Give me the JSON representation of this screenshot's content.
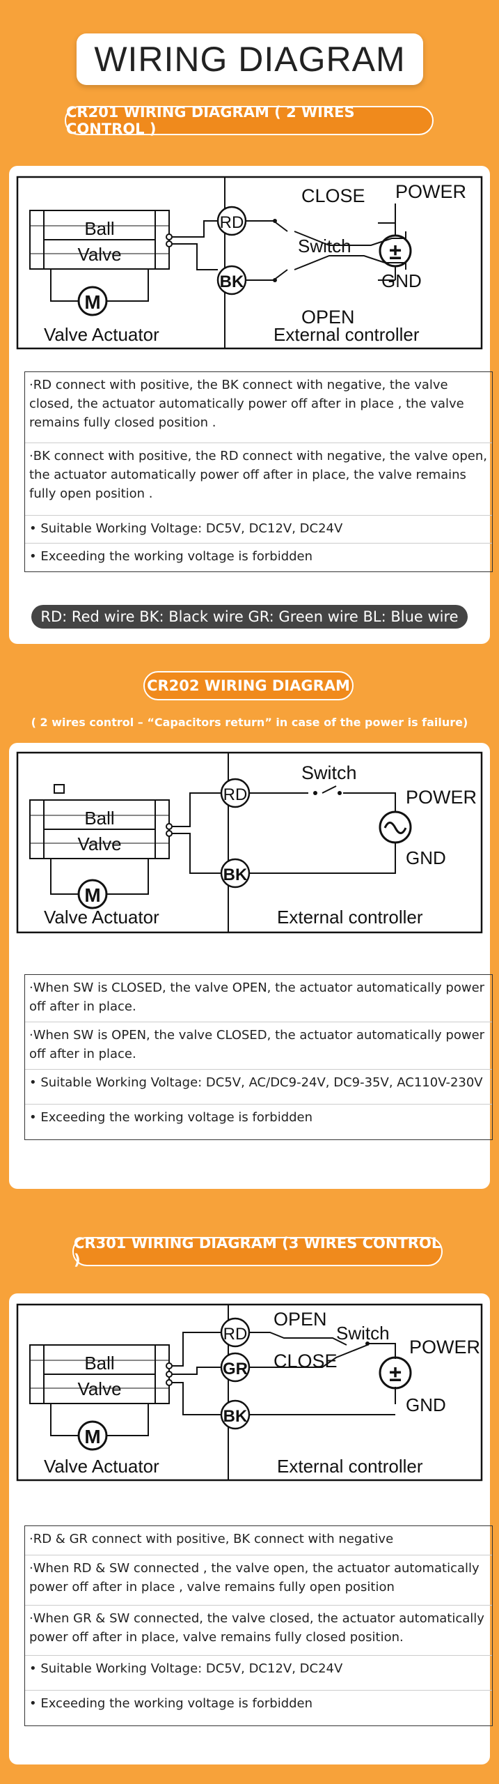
{
  "title": "WIRING DIAGRAM",
  "sections": [
    {
      "heading": "CR201 WIRING DIAGRAM ( 2 WIRES CONTROL )",
      "diagram": {
        "ball": "Ball",
        "valve": "Valve",
        "motor": "M",
        "rd": "RD",
        "bk": "BK",
        "switch": "Switch",
        "close": "CLOSE",
        "open": "OPEN",
        "power": "POWER",
        "gnd": "GND",
        "plusminus": "±",
        "valve_actuator": "Valve   Actuator",
        "external": "External controller"
      },
      "notes": [
        "·RD connect with positive, the BK connect with negative, the valve closed, the actuator automatically power off after in place , the valve remains fully closed position .",
        "·BK connect with positive, the RD connect with negative, the valve open, the actuator automatically power off after in place, the valve remains fully open position .",
        "• Suitable Working Voltage: DC5V, DC12V, DC24V",
        "• Exceeding the working voltage is forbidden"
      ],
      "legend": "RD: Red wire   BK: Black wire GR: Green wire BL: Blue wire"
    },
    {
      "heading": "CR202 WIRING DIAGRAM",
      "subnote": "( 2 wires control –  “Capacitors return”  in case of the power is failure)",
      "diagram": {
        "ball": "Ball",
        "valve": "Valve",
        "motor": "M",
        "rd": "RD",
        "bk": "BK",
        "switch": "Switch",
        "power": "POWER",
        "gnd": "GND",
        "valve_actuator": "Valve   Actuator",
        "external": "External controller"
      },
      "notes": [
        "·When SW is CLOSED, the valve OPEN, the actuator automatically power off after in place.",
        "·When SW is OPEN, the valve CLOSED, the actuator automatically power off after in place.",
        "• Suitable Working Voltage: DC5V, AC/DC9-24V, DC9-35V, AC110V-230V",
        "• Exceeding the working voltage is forbidden"
      ]
    },
    {
      "heading": "CR301 WIRING DIAGRAM (3 WIRES CONTROL )",
      "diagram": {
        "ball": "Ball",
        "valve": "Valve",
        "motor": "M",
        "rd": "RD",
        "gr": "GR",
        "bk": "BK",
        "switch": "Switch",
        "open": "OPEN",
        "close": "CLOSE",
        "power": "POWER",
        "gnd": "GND",
        "plusminus": "±",
        "valve_actuator": "Valve   Actuator",
        "external": "External controller"
      },
      "notes": [
        "·RD & GR connect with positive, BK connect with negative",
        "·When RD & SW connected , the valve open, the actuator automatically power off after in place , valve remains fully open position",
        "·When GR & SW connected, the valve closed, the actuator automatically power off after in place, valve remains fully closed position.",
        "• Suitable Working Voltage: DC5V, DC12V, DC24V",
        "• Exceeding the working voltage is forbidden"
      ]
    }
  ]
}
